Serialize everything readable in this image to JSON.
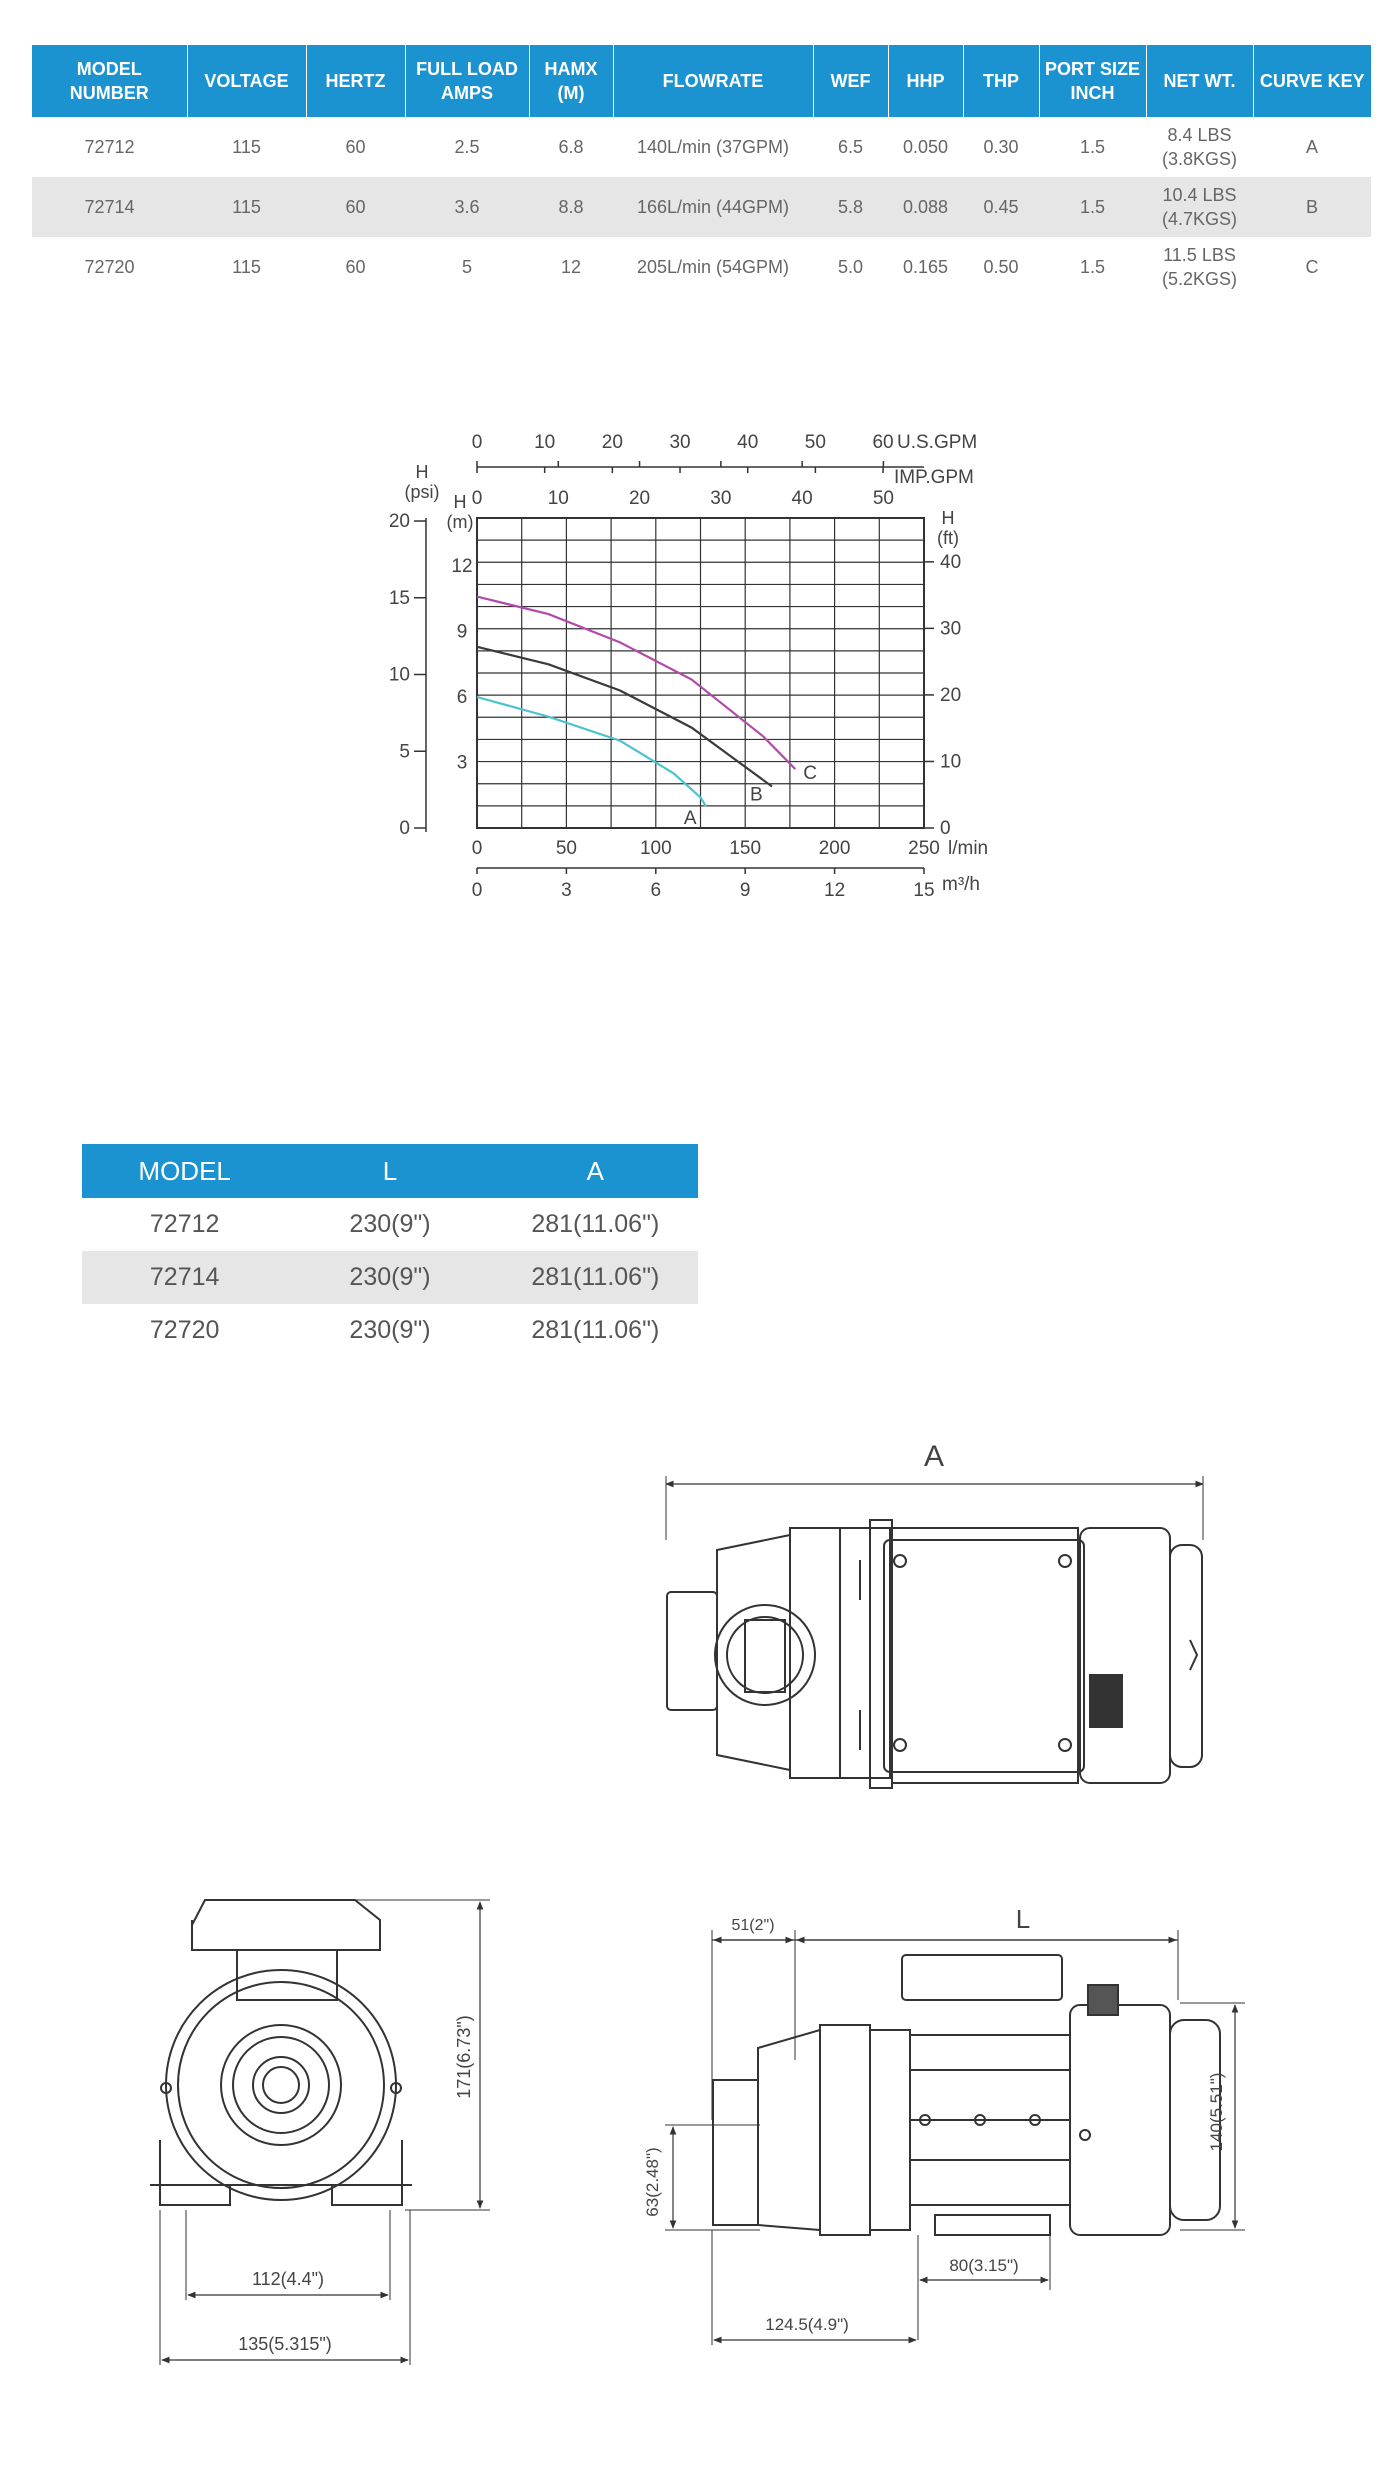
{
  "spec_table": {
    "headers": [
      "MODEL NUMBER",
      "VOLTAGE",
      "HERTZ",
      "FULL LOAD AMPS",
      "HAMX (M)",
      "FLOWRATE",
      "WEF",
      "HHP",
      "THP",
      "PORT SIZE INCH",
      "NET WT.",
      "CURVE KEY"
    ],
    "rows": [
      [
        "72712",
        "115",
        "60",
        "2.5",
        "6.8",
        "140L/min (37GPM)",
        "6.5",
        "0.050",
        "0.30",
        "1.5",
        "8.4 LBS (3.8KGS)",
        "A"
      ],
      [
        "72714",
        "115",
        "60",
        "3.6",
        "8.8",
        "166L/min (44GPM)",
        "5.8",
        "0.088",
        "0.45",
        "1.5",
        "10.4 LBS (4.7KGS)",
        "B"
      ],
      [
        "72720",
        "115",
        "60",
        "5",
        "12",
        "205L/min (54GPM)",
        "5.0",
        "0.165",
        "0.50",
        "1.5",
        "11.5 LBS (5.2KGS)",
        "C"
      ]
    ]
  },
  "chart_data": {
    "type": "line",
    "xlabel": "l/min",
    "ylabel": "H (m)",
    "x_axes": {
      "us_gpm": {
        "label": "U.S.GPM",
        "ticks": [
          "0",
          "10",
          "20",
          "30",
          "40",
          "50",
          "60"
        ]
      },
      "imp_gpm": {
        "label": "IMP.GPM",
        "ticks": [
          "0",
          "10",
          "20",
          "30",
          "40",
          "50"
        ]
      },
      "lmin": {
        "label": "l/min",
        "ticks": [
          "0",
          "50",
          "100",
          "150",
          "200",
          "250"
        ]
      },
      "m3h": {
        "label": "m³/h",
        "ticks": [
          "0",
          "3",
          "6",
          "9",
          "12",
          "15"
        ]
      }
    },
    "y_axes": {
      "psi": {
        "label": "H (psi)",
        "ticks": [
          "0",
          "5",
          "10",
          "15",
          "20"
        ]
      },
      "m": {
        "label": "H (m)",
        "ticks": [
          "3",
          "6",
          "9",
          "12"
        ]
      },
      "ft": {
        "label": "H (ft)",
        "ticks": [
          "0",
          "10",
          "20",
          "30",
          "40"
        ]
      }
    },
    "xlim": [
      0,
      250
    ],
    "ylim": [
      0,
      14.2
    ],
    "grid": true,
    "series": [
      {
        "name": "A",
        "color": "#4cc3cf",
        "x": [
          0,
          40,
          80,
          110,
          125,
          128
        ],
        "y": [
          6.0,
          5.1,
          4.0,
          2.5,
          1.4,
          1.0
        ]
      },
      {
        "name": "B",
        "color": "#3a3a3a",
        "x": [
          0,
          40,
          80,
          120,
          150,
          165
        ],
        "y": [
          8.3,
          7.5,
          6.3,
          4.6,
          2.8,
          1.9
        ]
      },
      {
        "name": "C",
        "color": "#b14aa8",
        "x": [
          0,
          40,
          80,
          120,
          160,
          178
        ],
        "y": [
          10.6,
          9.8,
          8.5,
          6.8,
          4.2,
          2.7
        ]
      }
    ]
  },
  "dims_table": {
    "headers": [
      "MODEL",
      "L",
      "A"
    ],
    "rows": [
      [
        "72712",
        "230(9\")",
        "281(11.06\")"
      ],
      [
        "72714",
        "230(9\")",
        "281(11.06\")"
      ],
      [
        "72720",
        "230(9\")",
        "281(11.06\")"
      ]
    ]
  },
  "drawings": {
    "top_label": "A",
    "side_label": "L",
    "dim_51": "51(2\")",
    "dim_63": "63(2.48\")",
    "dim_80": "80(3.15\")",
    "dim_124": "124.5(4.9\")",
    "dim_140": "140(5.51\")",
    "dim_171": "171(6.73\")",
    "dim_112": "112(4.4\")",
    "dim_135": "135(5.315\")"
  }
}
